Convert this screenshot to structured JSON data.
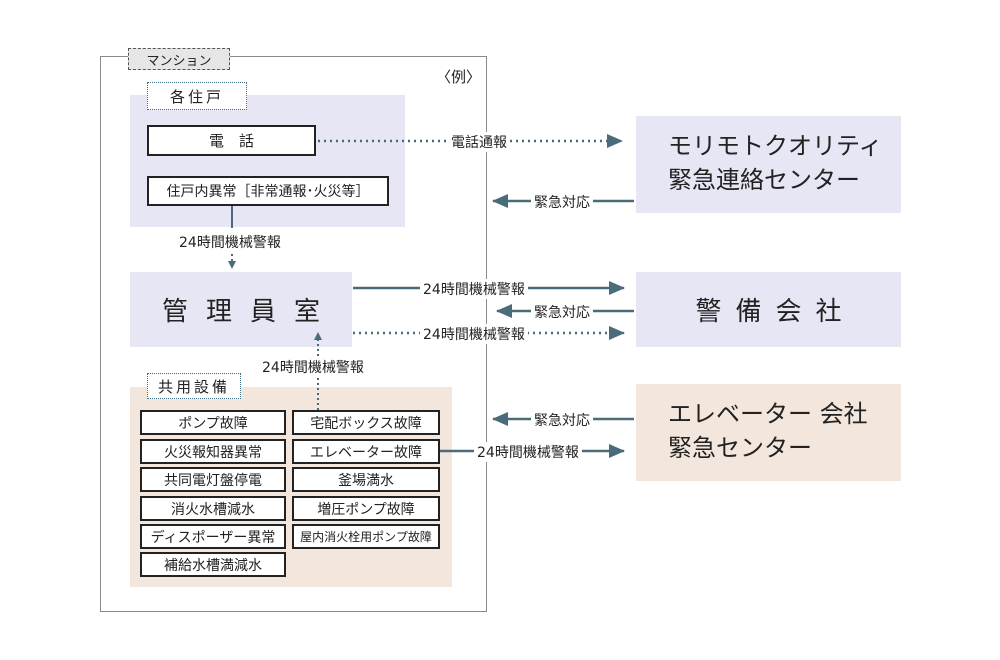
{
  "mansion": {
    "label": "マンション",
    "example": "〈例〉"
  },
  "units": {
    "label": "各住戸",
    "phone": "電　話",
    "alarm": "住戸内異常［非常通報･火災等］"
  },
  "manager_room": "管理員室",
  "common": {
    "label": "共用設備",
    "left_items": [
      "ポンプ故障",
      "火災報知器異常",
      "共同電灯盤停電",
      "消火水槽減水",
      "ディスポーザー異常",
      "補給水槽満減水"
    ],
    "right_items": [
      "宅配ボックス故障",
      "エレベーター故障",
      "釜場満水",
      "増圧ポンプ故障",
      "屋内消火栓用ポンプ故障"
    ]
  },
  "external": {
    "morimoto": [
      "モリモトクオリティ",
      "緊急連絡センター"
    ],
    "security": "警備会社",
    "elevator": [
      "エレベーター 会社",
      "緊急センター"
    ]
  },
  "arrow_labels": {
    "phone_report": "電話通報",
    "emergency_response": "緊急対応",
    "machine_alarm": "24時間機械警報"
  },
  "colors": {
    "arrow": "#4a6b7a",
    "lavender": "#e7e6f4",
    "peach": "#f3e7dd"
  }
}
